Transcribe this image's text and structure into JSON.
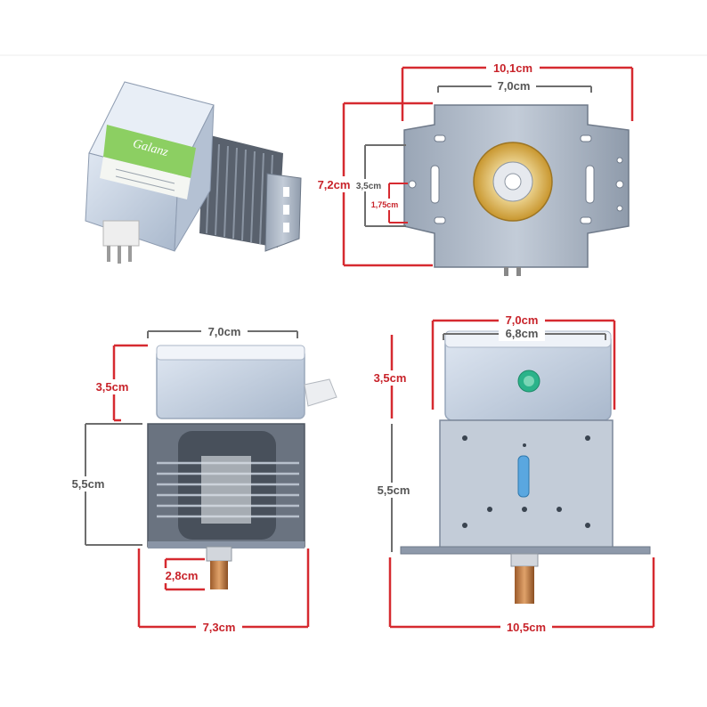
{
  "colors": {
    "red_dim": "#d62a30",
    "gray_dim": "#6e6e6e",
    "red_text": "#c8232a",
    "gray_text": "#555555",
    "steel": "#a7b3c3",
    "steel_dark": "#7b8797",
    "casing": "#c9d5e6",
    "copper": "#c88c3a",
    "label_green": "#8ccf62"
  },
  "views": {
    "perspective": {
      "brand_label": "Galanz"
    },
    "front": {
      "width_outer": "10,1cm",
      "width_inner": "7,0cm",
      "height": "7,2cm",
      "hole_spacing": "3,5cm",
      "hole_offset": "1,75cm"
    },
    "side": {
      "top_width": "7,0cm",
      "top_height": "3,5cm",
      "body_height": "5,5cm",
      "antenna_height": "2,8cm",
      "bottom_width": "7,3cm"
    },
    "back": {
      "top_width_outer": "7,0cm",
      "top_width_inner": "6,8cm",
      "top_height": "3,5cm",
      "body_height": "5,5cm",
      "flange_width": "10,5cm"
    }
  }
}
